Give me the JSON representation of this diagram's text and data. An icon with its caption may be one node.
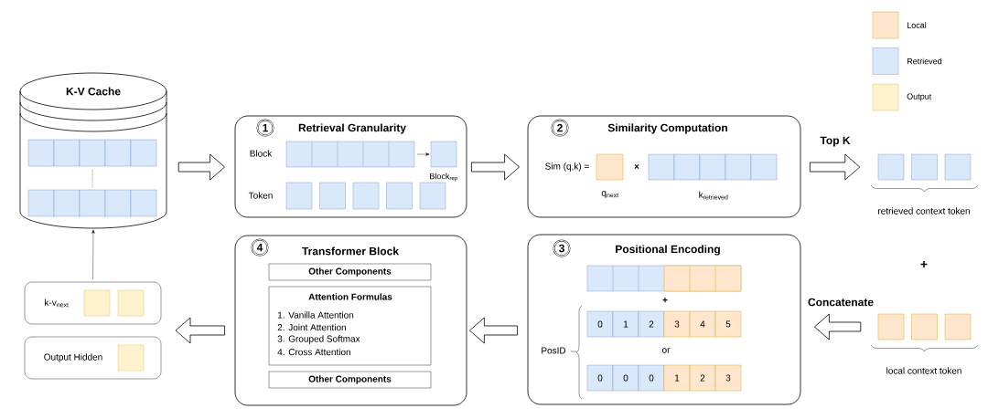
{
  "diagram": {
    "nodes": [
      {
        "text": [
          "K-V Cache"
        ]
      },
      {
        "text": [
          "1",
          "Retrieval Granularity",
          "Block",
          "Token"
        ]
      },
      {
        "text": [],
        "shape": "box",
        "in": 1
      },
      {
        "text": [],
        "shape": "box",
        "in": 1,
        "beside": [
          "Block$_{rep}$"
        ]
      },
      {
        "text": [
          "2",
          "Similarity Computation",
          "Sim (q,k) =",
          "×",
          "q$_{next}$",
          "\\text{k}_{\\text{retrieved}}"
        ]
      },
      {
        "text": [],
        "shape": "box",
        "beside": [
          "retrieved context token"
        ]
      },
      {
        "text": [
          "3",
          "Positional Encoding",
          "+",
          "or",
          "PosID"
        ]
      },
      {
        "text": [
          "0"
        ],
        "in": 6
      },
      {
        "text": [
          "1"
        ],
        "in": 6
      },
      {
        "text": [
          "2"
        ],
        "in": 6
      },
      {
        "text": [
          "3"
        ],
        "in": 6
      },
      {
        "text": [
          "4"
        ],
        "in": 6
      },
      {
        "text": [
          "5"
        ],
        "in": 6
      },
      {
        "text": [
          "0"
        ],
        "in": 6
      },
      {
        "text": [
          "0"
        ],
        "in": 6
      },
      {
        "text": [
          "0"
        ],
        "in": 6
      },
      {
        "text": [
          "1"
        ],
        "in": 6
      },
      {
        "text": [
          "2"
        ],
        "in": 6
      },
      {
        "text": [
          "3"
        ],
        "in": 6
      },
      {
        "text": [],
        "shape": "box",
        "beside": [
          "local context token"
        ]
      },
      {
        "text": [
          "4",
          "Transformer Block"
        ]
      },
      {
        "text": [
          "Other Components"
        ],
        "in": 20
      },
      {
        "text": [
          "Attention Formulas",
          "1. Vanilla Attention",
          "2. Joint Attention",
          "3. Grouped Softmax",
          "4. Cross Attention"
        ],
        "in": 20
      },
      {
        "text": [
          "Other Components"
        ],
        "in": 20
      },
      {
        "text": [
          "k-v$_{next}$"
        ]
      },
      {
        "text": [
          "Output Hidden"
        ]
      },
      {
        "text": [],
        "shape": "box",
        "in": 1
      },
      {
        "text": [],
        "shape": "box",
        "in": 1
      },
      {
        "text": [],
        "shape": "box",
        "in": 1
      },
      {
        "text": [],
        "shape": "box",
        "in": 1
      },
      {
        "text": [],
        "shape": "box",
        "in": 1
      },
      {
        "text": [],
        "shape": "box",
        "in": 6
      }
    ],
    "edges": [
      {
        "from": 0,
        "to": 1,
        "arrow": "to"
      },
      {
        "from": 2,
        "to": 3,
        "arrow": "to"
      },
      {
        "from": 1,
        "to": 4,
        "arrow": "to"
      },
      {
        "from": 4,
        "to": 5,
        "arrow": "to",
        "label": "Top K"
      },
      {
        "from": 19,
        "to": 6,
        "arrow": "to",
        "label": "Concatenate"
      },
      {
        "from": 6,
        "to": 20,
        "arrow": "to"
      },
      {
        "from": 20,
        "to": null,
        "arrow": "to"
      },
      {
        "from": 24,
        "to": 0,
        "arrow": "to"
      }
    ],
    "labels": [
      "+"
    ],
    "legend": [
      {
        "text": "Local",
        "color": "#ffe6cc"
      },
      {
        "text": "Retrieved",
        "color": "#dae8fc"
      },
      {
        "text": "Output",
        "color": "#fff2cc"
      }
    ]
  }
}
